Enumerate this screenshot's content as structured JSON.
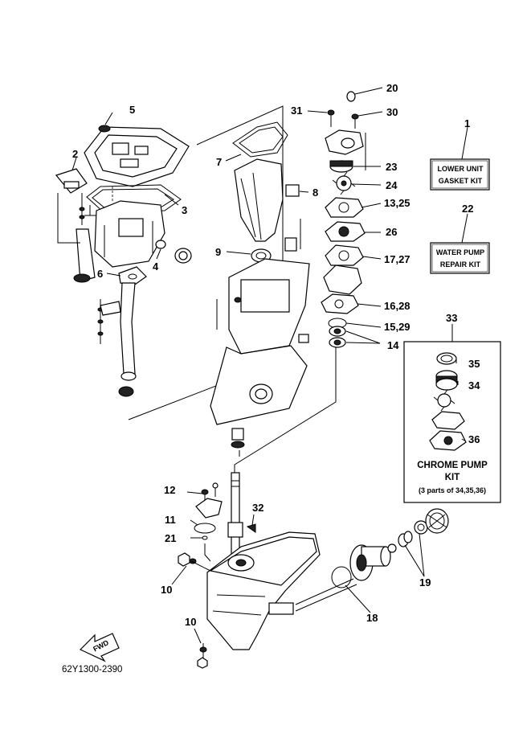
{
  "callouts": {
    "c1": "1",
    "c2": "2",
    "c3": "3",
    "c4": "4",
    "c5": "5",
    "c6": "6",
    "c7": "7",
    "c8": "8",
    "c9": "9",
    "c10a": "10",
    "c10b": "10",
    "c11": "11",
    "c12": "12",
    "c13_25": "13,25",
    "c14": "14",
    "c15_29": "15,29",
    "c16_28": "16,28",
    "c17_27": "17,27",
    "c18": "18",
    "c19": "19",
    "c20": "20",
    "c21": "21",
    "c22": "22",
    "c23": "23",
    "c24": "24",
    "c26": "26",
    "c30": "30",
    "c31": "31",
    "c32": "32",
    "c33": "33",
    "c34": "34",
    "c35": "35",
    "c36": "36"
  },
  "gasket_kit_box": {
    "line1": "LOWER UNIT",
    "line2": "GASKET KIT"
  },
  "repair_kit_box": {
    "line1": "WATER PUMP",
    "line2": "REPAIR KIT"
  },
  "chrome_pump_kit": {
    "line1": "CHROME PUMP",
    "line2": "KIT",
    "line3": "(3 parts of 34,35,36)"
  },
  "fwd_arrow_label": "FWD",
  "diagram_code": "62Y1300-2390"
}
